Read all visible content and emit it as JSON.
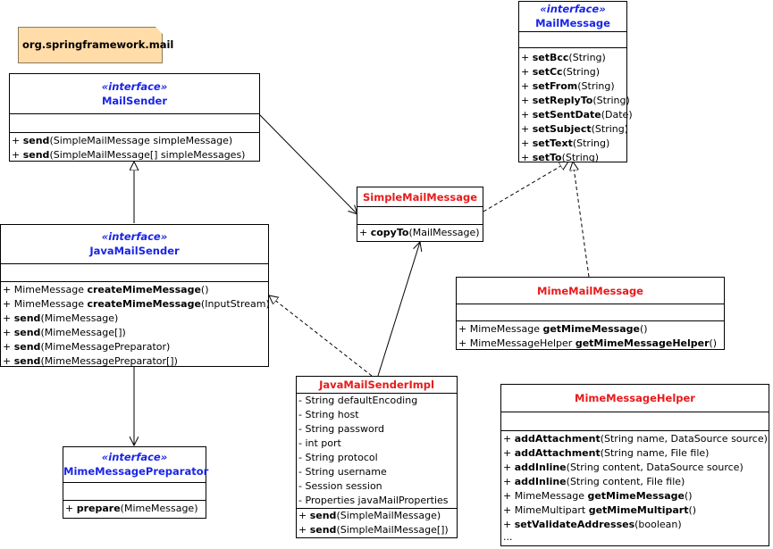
{
  "note": {
    "text": "org.springframework.mail"
  },
  "classes": {
    "mail_message": {
      "stereotype": "«interface»",
      "name": "MailMessage",
      "operations": [
        {
          "vis": "+ ",
          "ret": "",
          "name": "setBcc",
          "params": "(String)"
        },
        {
          "vis": "+ ",
          "ret": "",
          "name": "setCc",
          "params": "(String)"
        },
        {
          "vis": "+ ",
          "ret": "",
          "name": "setFrom",
          "params": "(String)"
        },
        {
          "vis": "+ ",
          "ret": "",
          "name": "setReplyTo",
          "params": "(String)"
        },
        {
          "vis": "+ ",
          "ret": "",
          "name": "setSentDate",
          "params": "(Date)"
        },
        {
          "vis": "+ ",
          "ret": "",
          "name": "setSubject",
          "params": "(String)"
        },
        {
          "vis": "+ ",
          "ret": "",
          "name": "setText",
          "params": "(String)"
        },
        {
          "vis": "+ ",
          "ret": "",
          "name": "setTo",
          "params": "(String)"
        }
      ]
    },
    "mail_sender": {
      "stereotype": "«interface»",
      "name": "MailSender",
      "operations": [
        {
          "vis": "+ ",
          "ret": "",
          "name": "send",
          "params": "(SimpleMailMessage simpleMessage)"
        },
        {
          "vis": "+ ",
          "ret": "",
          "name": "send",
          "params": "(SimpleMailMessage[] simpleMessages)"
        }
      ]
    },
    "simple_mail_message": {
      "name": "SimpleMailMessage",
      "operations": [
        {
          "vis": "+ ",
          "ret": "",
          "name": "copyTo",
          "params": "(MailMessage)"
        }
      ]
    },
    "java_mail_sender": {
      "stereotype": "«interface»",
      "name": "JavaMailSender",
      "operations": [
        {
          "vis": "+ ",
          "ret": "MimeMessage ",
          "name": "createMimeMessage",
          "params": "()"
        },
        {
          "vis": "+ ",
          "ret": "MimeMessage ",
          "name": "createMimeMessage",
          "params": "(InputStream)"
        },
        {
          "vis": "+ ",
          "ret": "",
          "name": "send",
          "params": "(MimeMessage)"
        },
        {
          "vis": "+ ",
          "ret": "",
          "name": "send",
          "params": "(MimeMessage[])"
        },
        {
          "vis": "+ ",
          "ret": "",
          "name": "send",
          "params": "(MimeMessagePreparator)"
        },
        {
          "vis": "+ ",
          "ret": "",
          "name": "send",
          "params": "(MimeMessagePreparator[])"
        }
      ]
    },
    "mime_mail_message": {
      "name": "MimeMailMessage",
      "operations": [
        {
          "vis": "+ ",
          "ret": "MimeMessage ",
          "name": "getMimeMessage",
          "params": "()"
        },
        {
          "vis": "+ ",
          "ret": "MimeMessageHelper ",
          "name": "getMimeMessageHelper",
          "params": "()"
        }
      ]
    },
    "java_mail_sender_impl": {
      "name": "JavaMailSenderImpl",
      "attributes": [
        "- String defaultEncoding",
        "- String host",
        "- String password",
        "- int port",
        "- String protocol",
        "- String username",
        "- Session session",
        "- Properties javaMailProperties"
      ],
      "operations": [
        {
          "vis": "+ ",
          "ret": "",
          "name": "send",
          "params": "(SimpleMailMessage)"
        },
        {
          "vis": "+ ",
          "ret": "",
          "name": "send",
          "params": "(SimpleMailMessage[])"
        }
      ]
    },
    "mime_message_helper": {
      "name": "MimeMessageHelper",
      "operations": [
        {
          "vis": "+ ",
          "ret": "",
          "name": "addAttachment",
          "params": "(String name, DataSource source)"
        },
        {
          "vis": "+ ",
          "ret": "",
          "name": "addAttachment",
          "params": "(String name, File file)"
        },
        {
          "vis": "+ ",
          "ret": "",
          "name": "addInline",
          "params": "(String content, DataSource source)"
        },
        {
          "vis": "+ ",
          "ret": "",
          "name": "addInline",
          "params": "(String content, File file)"
        },
        {
          "vis": "+ ",
          "ret": "MimeMessage ",
          "name": "getMimeMessage",
          "params": "()"
        },
        {
          "vis": "+ ",
          "ret": "MimeMultipart ",
          "name": "getMimeMultipart",
          "params": "()"
        },
        {
          "vis": "+ ",
          "ret": "",
          "name": "setValidateAddresses",
          "params": "(boolean)"
        }
      ],
      "more": "..."
    },
    "mime_message_preparator": {
      "stereotype": "«interface»",
      "name": "MimeMessagePreparator",
      "operations": [
        {
          "vis": "+ ",
          "ret": "",
          "name": "prepare",
          "params": "(MimeMessage)"
        }
      ]
    }
  },
  "colors": {
    "interface_name": "#1a24e6",
    "class_name": "#e81a1a",
    "note_fill": "#ffdca8"
  }
}
